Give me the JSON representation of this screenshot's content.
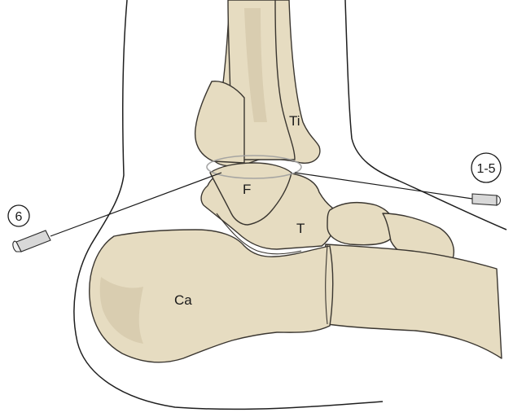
{
  "labels": {
    "tibia": "Ti",
    "fibula": "F",
    "talus": "T",
    "calcaneus": "Ca"
  },
  "callouts": {
    "medial_pin": "1-5",
    "lateral_pin": "6"
  }
}
